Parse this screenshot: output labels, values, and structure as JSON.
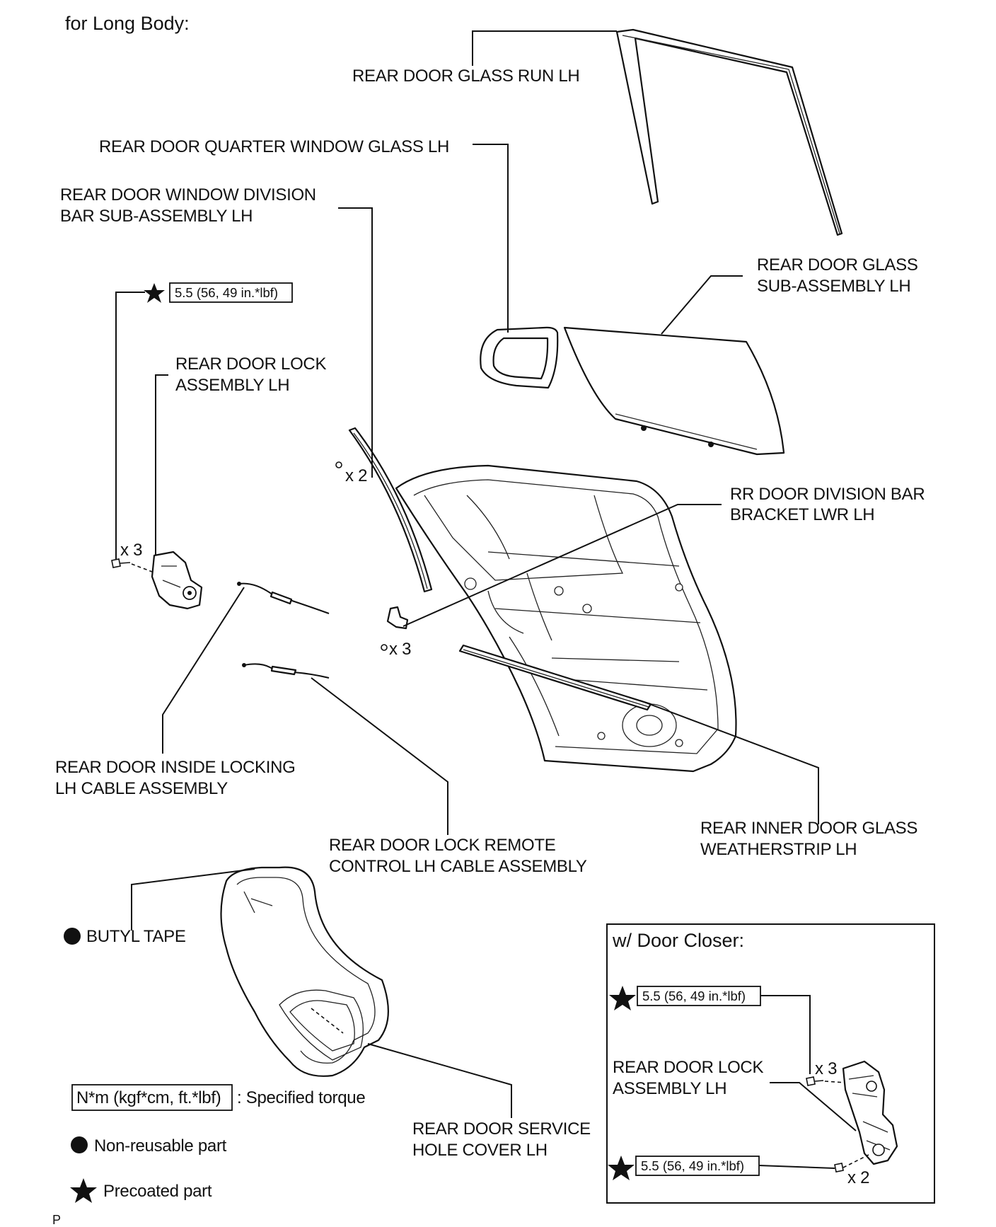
{
  "header": {
    "title": "for Long Body:"
  },
  "parts": {
    "glass_run": "REAR DOOR GLASS RUN LH",
    "quarter_glass": "REAR DOOR QUARTER WINDOW GLASS LH",
    "division_bar_1": "REAR DOOR WINDOW DIVISION",
    "division_bar_2": "BAR SUB-ASSEMBLY LH",
    "glass_sub_1": "REAR DOOR GLASS",
    "glass_sub_2": "SUB-ASSEMBLY LH",
    "lock_1": "REAR DOOR LOCK",
    "lock_2": "ASSEMBLY LH",
    "bracket_1": "RR DOOR DIVISION BAR",
    "bracket_2": "BRACKET LWR LH",
    "inside_cable_1": "REAR DOOR INSIDE LOCKING",
    "inside_cable_2": "LH CABLE ASSEMBLY",
    "remote_cable_1": "REAR DOOR LOCK REMOTE",
    "remote_cable_2": "CONTROL LH CABLE ASSEMBLY",
    "weatherstrip_1": "REAR INNER DOOR GLASS",
    "weatherstrip_2": "WEATHERSTRIP LH",
    "butyl_tape": "BUTYL TAPE",
    "service_cover_1": "REAR DOOR SERVICE",
    "service_cover_2": "HOLE COVER LH"
  },
  "torques": {
    "lock_bolt": "5.5 (56, 49 in.*lbf)",
    "closer_bolt_upper": "5.5 (56, 49 in.*lbf)",
    "closer_bolt_lower": "5.5 (56, 49 in.*lbf)"
  },
  "quantities": {
    "division_screw": "x 2",
    "lock_screws": "x 3",
    "bracket_screws": "x 3",
    "closer_screws_upper": "x 3",
    "closer_screws_lower": "x 2"
  },
  "inset": {
    "title": "w/ Door Closer:",
    "lock_1": "REAR DOOR LOCK",
    "lock_2": "ASSEMBLY LH"
  },
  "legend": {
    "torque_box": "N*m (kgf*cm, ft.*lbf)",
    "torque_text": ": Specified torque",
    "nonreusable": "Non-reusable part",
    "precoated": "Precoated part"
  },
  "footer": {
    "code": "P"
  }
}
